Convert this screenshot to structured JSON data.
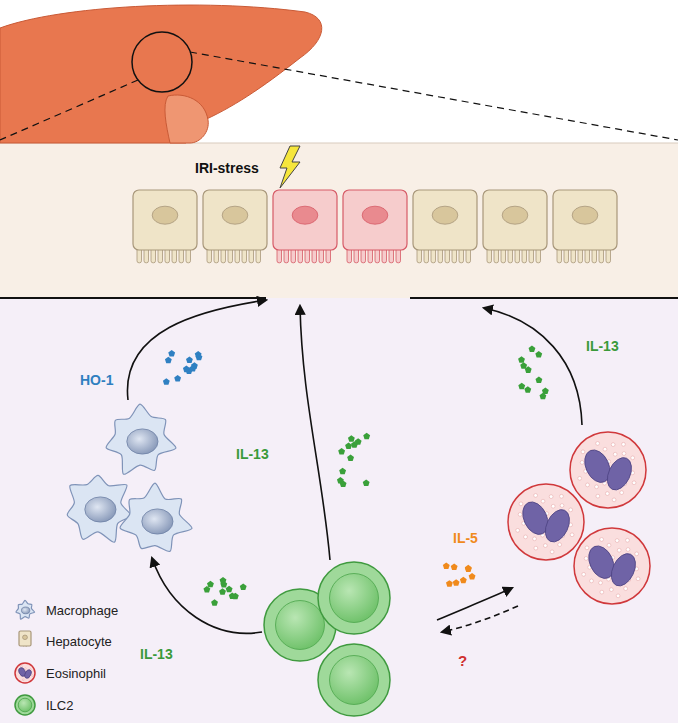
{
  "diagram": {
    "labels": [
      "IRI-stress",
      "HO-1",
      "IL-13",
      "IL-13",
      "IL-13",
      "IL-5",
      "?"
    ],
    "legend": [
      {
        "text": "Macrophage"
      },
      {
        "text": "Hepatocyte"
      },
      {
        "text": "Eosinophil"
      },
      {
        "text": "ILC2"
      }
    ]
  }
}
